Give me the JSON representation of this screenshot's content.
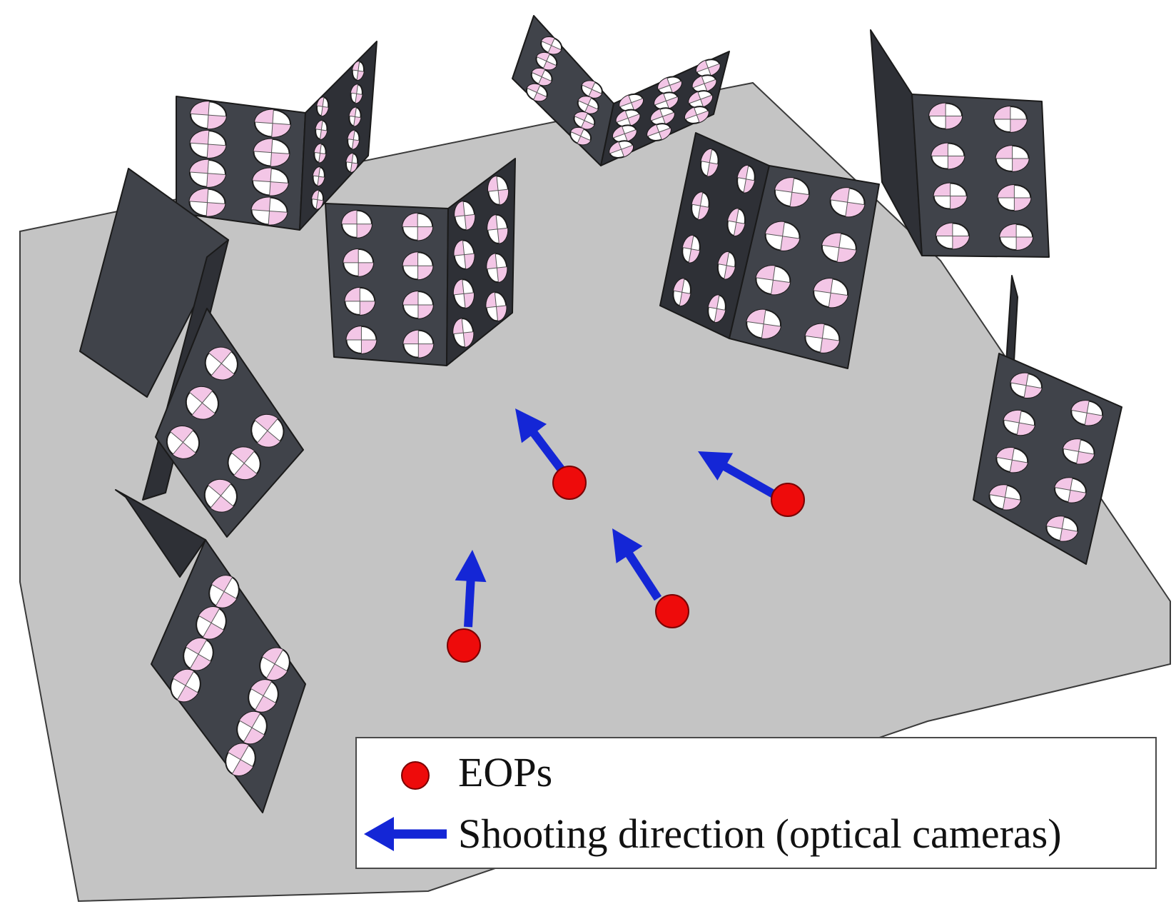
{
  "colors": {
    "floor": "#c4c4c4",
    "floor_edge": "#3a3a3a",
    "panel": "#40434a",
    "panel_dark": "#2e3036",
    "target_fill": "#f3c6e6",
    "eop_marker": "#ee0b0b",
    "arrow": "#1426d6"
  },
  "legend": {
    "eop_label": "EOPs",
    "direction_label": "Shooting direction (optical cameras)"
  },
  "markers": {
    "eop_icon": "red-circle",
    "direction_icon": "blue-arrow"
  }
}
